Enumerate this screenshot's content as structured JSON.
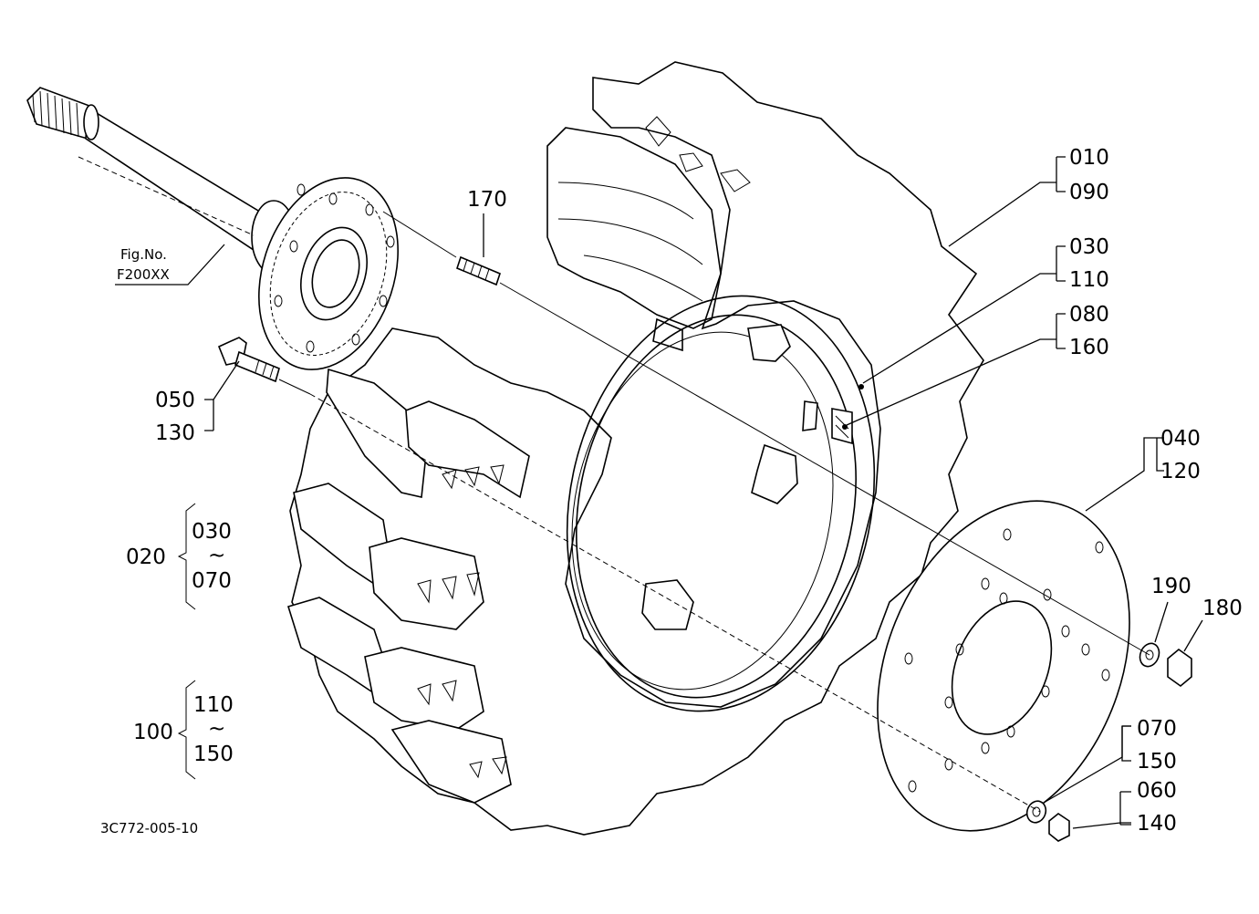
{
  "figure_ref": {
    "line1": "Fig.No.",
    "line2": "F200XX"
  },
  "drawing_code": "3C772-005-10",
  "tilde": "~",
  "labels": {
    "p010": "010",
    "p090": "090",
    "p030": "030",
    "p110": "110",
    "p080": "080",
    "p160": "160",
    "p040": "040",
    "p120": "120",
    "p170": "170",
    "p050": "050",
    "p130": "130",
    "p020": "020",
    "p020_from": "030",
    "p020_to": "070",
    "p100": "100",
    "p100_from": "110",
    "p100_to": "150",
    "p190": "190",
    "p180": "180",
    "p070": "070",
    "p150": "150",
    "p060": "060",
    "p140": "140"
  }
}
